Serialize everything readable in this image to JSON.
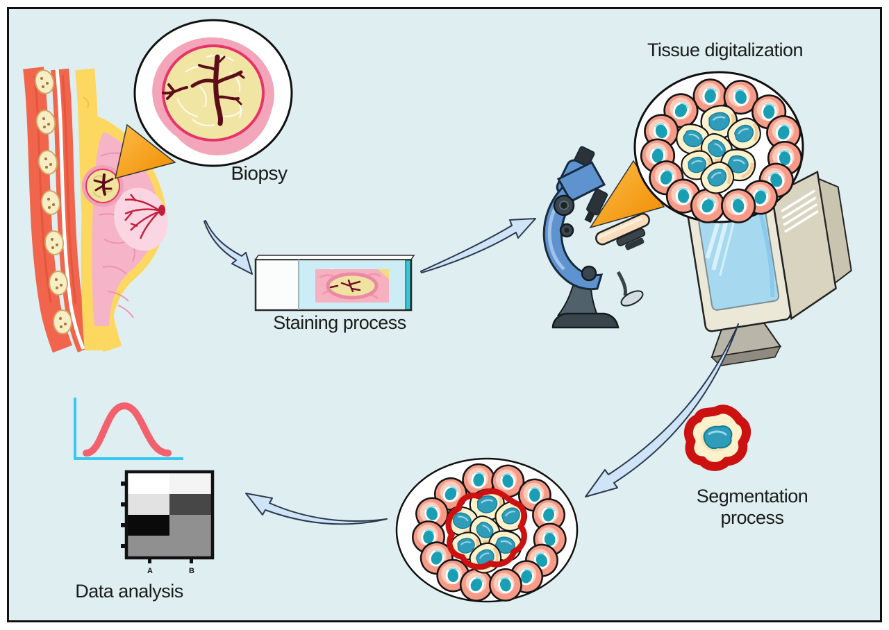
{
  "canvas": {
    "background": "#dfeef0",
    "border_color": "#111111"
  },
  "workflow": {
    "steps": [
      "Biopsy",
      "Staining process",
      "Tissue digitalization",
      "Segmentation process",
      "Data analysis"
    ]
  },
  "labels": {
    "biopsy": "Biopsy",
    "staining_process": "Staining process",
    "tissue_digitalization": "Tissue digitalization",
    "segmentation_line1": "Segmentation",
    "segmentation_line2": "process",
    "data_analysis": "Data analysis"
  },
  "analysis": {
    "curve": {
      "type": "line",
      "shape": "gaussian-bell",
      "curve_color": "#f4616e",
      "axis_color": "#38c7f0"
    },
    "heatmap": {
      "type": "heatmap",
      "columns": [
        "A",
        "B"
      ],
      "rows": 4,
      "cell_colors": [
        [
          "#ffffff",
          "#f4f4f4"
        ],
        [
          "#e2e2e2",
          "#474747"
        ],
        [
          "#0a0a0a",
          "#909090"
        ],
        [
          "#909090",
          "#909090"
        ]
      ]
    }
  },
  "colors": {
    "arrow_fill": "#cfe4f6",
    "arrow_stroke": "#2b3950",
    "callout_orange": "#f79a10",
    "cell_body": "#f79a88",
    "cell_nucleus": "#1899ae",
    "tumor_cell_fill": "#fdf2cc",
    "segmentation_red": "#cc1111"
  }
}
